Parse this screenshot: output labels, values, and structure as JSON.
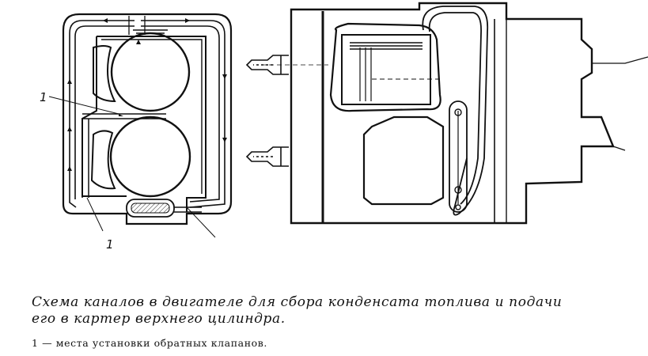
{
  "figure": {
    "callouts": {
      "label_top_left": "1",
      "label_bottom": "1"
    }
  },
  "caption": {
    "line1": "Схема каналов в  двигателе для  сбора конденсата топлива и подачи",
    "line2": "его в картер верхнего цилиндра.",
    "legend": "1 — места установки обратных клапанов."
  }
}
